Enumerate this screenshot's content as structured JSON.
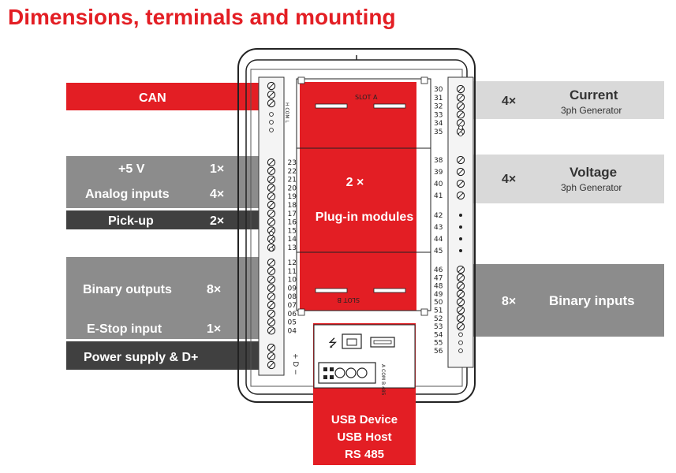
{
  "title": "Dimensions, terminals and mounting",
  "left_labels": {
    "can": "CAN",
    "plus5v": "+5 V",
    "plus5v_count": "1×",
    "analog": "Analog inputs",
    "analog_count": "4×",
    "pickup": "Pick-up",
    "pickup_count": "2×",
    "binary_out": "Binary outputs",
    "binary_out_count": "8×",
    "estop": "E-Stop input",
    "estop_count": "1×",
    "power": "Power supply & D+"
  },
  "right_labels": {
    "current_count": "4×",
    "current": "Current",
    "current_sub": "3ph Generator",
    "voltage_count": "4×",
    "voltage": "Voltage",
    "voltage_sub": "3ph Generator",
    "binary_in_count": "8×",
    "binary_in": "Binary inputs"
  },
  "center": {
    "slot_a": "SLOT A",
    "slot_b": "SLOT B",
    "modules_count": "2 ×",
    "modules": "Plug-in modules"
  },
  "bottom": {
    "usb_device": "USB Device",
    "usb_host": "USB Host",
    "rs485": "RS 485",
    "usb_symbol": "⭍"
  },
  "terminals": {
    "left_upper": [
      "23",
      "22",
      "21",
      "20",
      "19",
      "18",
      "17",
      "16",
      "15",
      "14",
      "13"
    ],
    "left_lower": [
      "12",
      "11",
      "10",
      "09",
      "08",
      "07",
      "06",
      "05",
      "04"
    ],
    "right_current": [
      "30",
      "31",
      "32",
      "33",
      "34",
      "35"
    ],
    "right_voltage": [
      "38",
      "39",
      "40",
      "41"
    ],
    "right_mid": [
      "42",
      "43",
      "44",
      "45"
    ],
    "right_binary": [
      "46",
      "47",
      "48",
      "49",
      "50",
      "51",
      "52",
      "53",
      "54",
      "55",
      "56"
    ],
    "can_pins": "H COM L",
    "power_pins": "+ D −",
    "rs485_pins": "A COM B 485"
  },
  "colors": {
    "red": "#e31e24",
    "gray": "#a6a6a6",
    "light_gray": "#d9d9d9",
    "dark_gray": "#595959",
    "darker_gray": "#404040"
  }
}
